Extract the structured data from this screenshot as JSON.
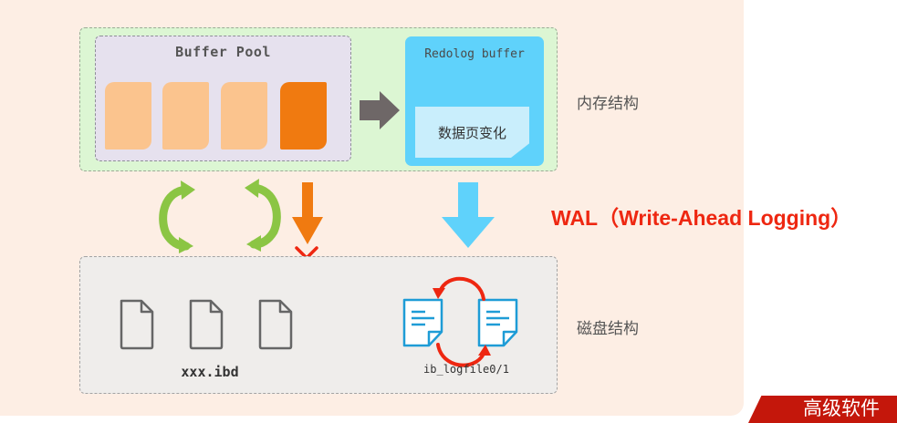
{
  "memory": {
    "buffer_pool_title": "Buffer Pool",
    "redolog_buffer_title": "Redolog buffer",
    "redo_change_label": "数据页变化",
    "section_label": "内存结构"
  },
  "disk": {
    "ibd_label": "xxx.ibd",
    "logfile_label": "ib_logfile0/1",
    "section_label": "磁盘结构"
  },
  "wal_label": "WAL（Write-Ahead Logging）",
  "banner_text": "高级软件",
  "icons": [
    "right-arrow-icon",
    "refresh-arrow-icon",
    "down-arrow-icon",
    "cross-icon",
    "document-icon",
    "text-document-icon",
    "cycle-arrow-icon"
  ],
  "colors": {
    "slide_bg": "#fdeee4",
    "memory_bg": "#dcf6d3",
    "buffer_pool_bg": "#e6e1ee",
    "page_clean": "#fbc48e",
    "page_dirty": "#f07a10",
    "redo_buffer": "#5fd2fb",
    "wal_red": "#ee2711",
    "green_arrow": "#8bc544",
    "blue_arrow": "#5fd2fb",
    "log_blue": "#1e9cd6",
    "banner_red": "#c4170b"
  }
}
